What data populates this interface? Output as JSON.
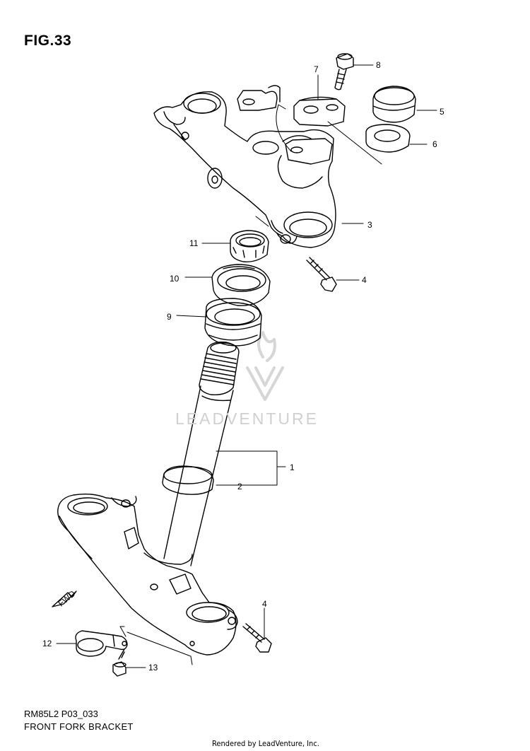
{
  "figure": {
    "title": "FIG.33",
    "code": "RM85L2 P03_033",
    "caption": "FRONT FORK BRACKET",
    "rendered_by": "Rendered by LeadVenture, Inc.",
    "watermark": "LEADVENTURE",
    "fwd_label": "FWD"
  },
  "callouts": [
    {
      "part": "fork-stem",
      "label": "1"
    },
    {
      "part": "dust-seal",
      "label": "2"
    },
    {
      "part": "upper-bracket",
      "label": "3"
    },
    {
      "part": "pinch-bolt-upper",
      "label": "4"
    },
    {
      "part": "cap",
      "label": "5"
    },
    {
      "part": "washer",
      "label": "6"
    },
    {
      "part": "handlebar-holder",
      "label": "7"
    },
    {
      "part": "holder-bolt",
      "label": "8"
    },
    {
      "part": "bearing-lower",
      "label": "9"
    },
    {
      "part": "bearing-upper",
      "label": "10"
    },
    {
      "part": "stem-nut",
      "label": "11"
    },
    {
      "part": "hose-clamp",
      "label": "12"
    },
    {
      "part": "clamp-bolt",
      "label": "13"
    },
    {
      "part": "pinch-bolt-lower",
      "label": "4"
    }
  ]
}
